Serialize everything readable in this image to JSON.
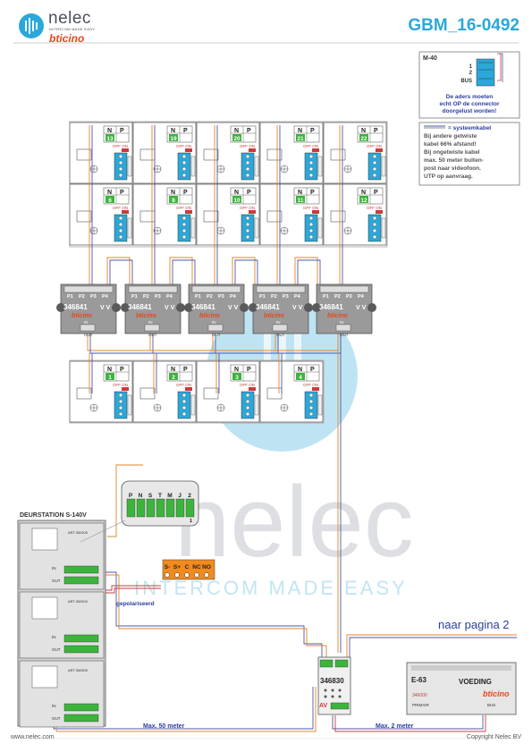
{
  "header": {
    "brand": "nelec",
    "brand_tagline": "INTERCOM MADE EASY",
    "brand_sub": "bticino",
    "doc_number": "GBM_16-0492"
  },
  "notes": {
    "m40": {
      "title": "M-40",
      "terminal_1": "1",
      "terminal_2": "2",
      "terminal_bus": "BUS",
      "caption_lines": [
        "De aders moeten",
        "echt OP de connector",
        "doorgelust worden!"
      ]
    },
    "cable": {
      "legend": "= systeemkabel",
      "lines": [
        "Bij andere getwiste",
        "kabel 66% afstand!",
        "Bij ongetwiste kabel",
        "max. 50 meter buiten-",
        "post naar videofoon.",
        "UTP op aanvraag."
      ]
    }
  },
  "monitors": {
    "col_N": "N",
    "col_P": "P",
    "off_on": "OFF ON",
    "row1": [
      "1",
      "3",
      "1",
      "9",
      "2",
      "0",
      "2",
      "1",
      "2",
      "2"
    ],
    "row1_labels": [
      "13",
      "19",
      "20",
      "21",
      "22"
    ],
    "row2_labels": [
      "6",
      "8",
      "10",
      "11",
      "12"
    ],
    "row3_labels": [
      "1",
      "2",
      "3",
      "4"
    ]
  },
  "distributors": {
    "model": "346841",
    "brand": "bticino",
    "ports": [
      "P1",
      "P2",
      "P3",
      "P4"
    ],
    "vv": "V V",
    "in": "IN",
    "out": "OUT"
  },
  "doorstation": {
    "title": "DEURSTATION S-140V",
    "module_code_1": "ART.352400",
    "module_code_2": "ART.352500",
    "module_code_3": "ART.352500",
    "in": "IN",
    "out": "OUT",
    "zoom_labels": [
      "P",
      "N",
      "S",
      "T",
      "M",
      "J",
      "2"
    ],
    "zoom_bottom": "1"
  },
  "lock_relay": {
    "terminals": [
      "S-",
      "S+",
      "C",
      "NC",
      "NO"
    ]
  },
  "labels": {
    "polarized": "gepolariseerd",
    "max50": "Max. 50 meter",
    "max2": "Max. 2 meter",
    "to_page2": "naar pagina 2"
  },
  "power_module": {
    "model": "346830",
    "av": "AV"
  },
  "power_supply": {
    "model": "E-63",
    "voeding": "VOEDING",
    "code": "346000",
    "brand": "bticino",
    "primair": "PRIMAIR",
    "bus": "BUS"
  },
  "watermark": {
    "word": "nelec",
    "tagline": "INTERCOM MADE EASY"
  },
  "footer": {
    "left": "www.nelec.com",
    "right": "Copyright Nelec BV"
  },
  "colors": {
    "accent": "#2aa8d9",
    "brand_red": "#e8461e",
    "terminal_green": "#3cb43c",
    "relay_orange": "#f28a1e",
    "wire_orange": "#e0862a",
    "wire_blue": "#4a5aa8",
    "wire_red": "#c83c3c"
  }
}
